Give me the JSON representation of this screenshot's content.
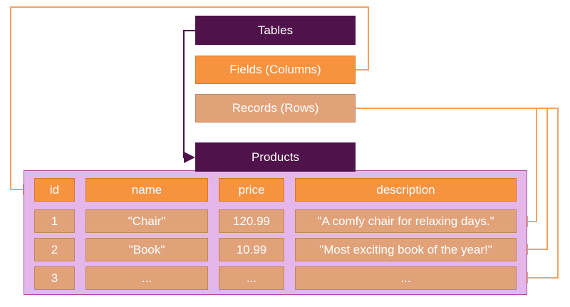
{
  "boxes": {
    "tables": "Tables",
    "fields": "Fields (Columns)",
    "records": "Records (Rows)",
    "products": "Products"
  },
  "table": {
    "headers": [
      "id",
      "name",
      "price",
      "description"
    ],
    "rows": [
      [
        "1",
        "\"Chair\"",
        "120.99",
        "\"A comfy chair for relaxing days.\""
      ],
      [
        "2",
        "\"Book\"",
        "10.99",
        "\"Most exciting book of the year!\""
      ],
      [
        "3",
        "...",
        "...",
        "..."
      ]
    ]
  },
  "colors": {
    "dark_purple": "#4f124a",
    "orange": "#f7923f",
    "tan": "#e1a27a",
    "panel_pink": "#e5b6e9",
    "connector": "#f3a35f"
  }
}
